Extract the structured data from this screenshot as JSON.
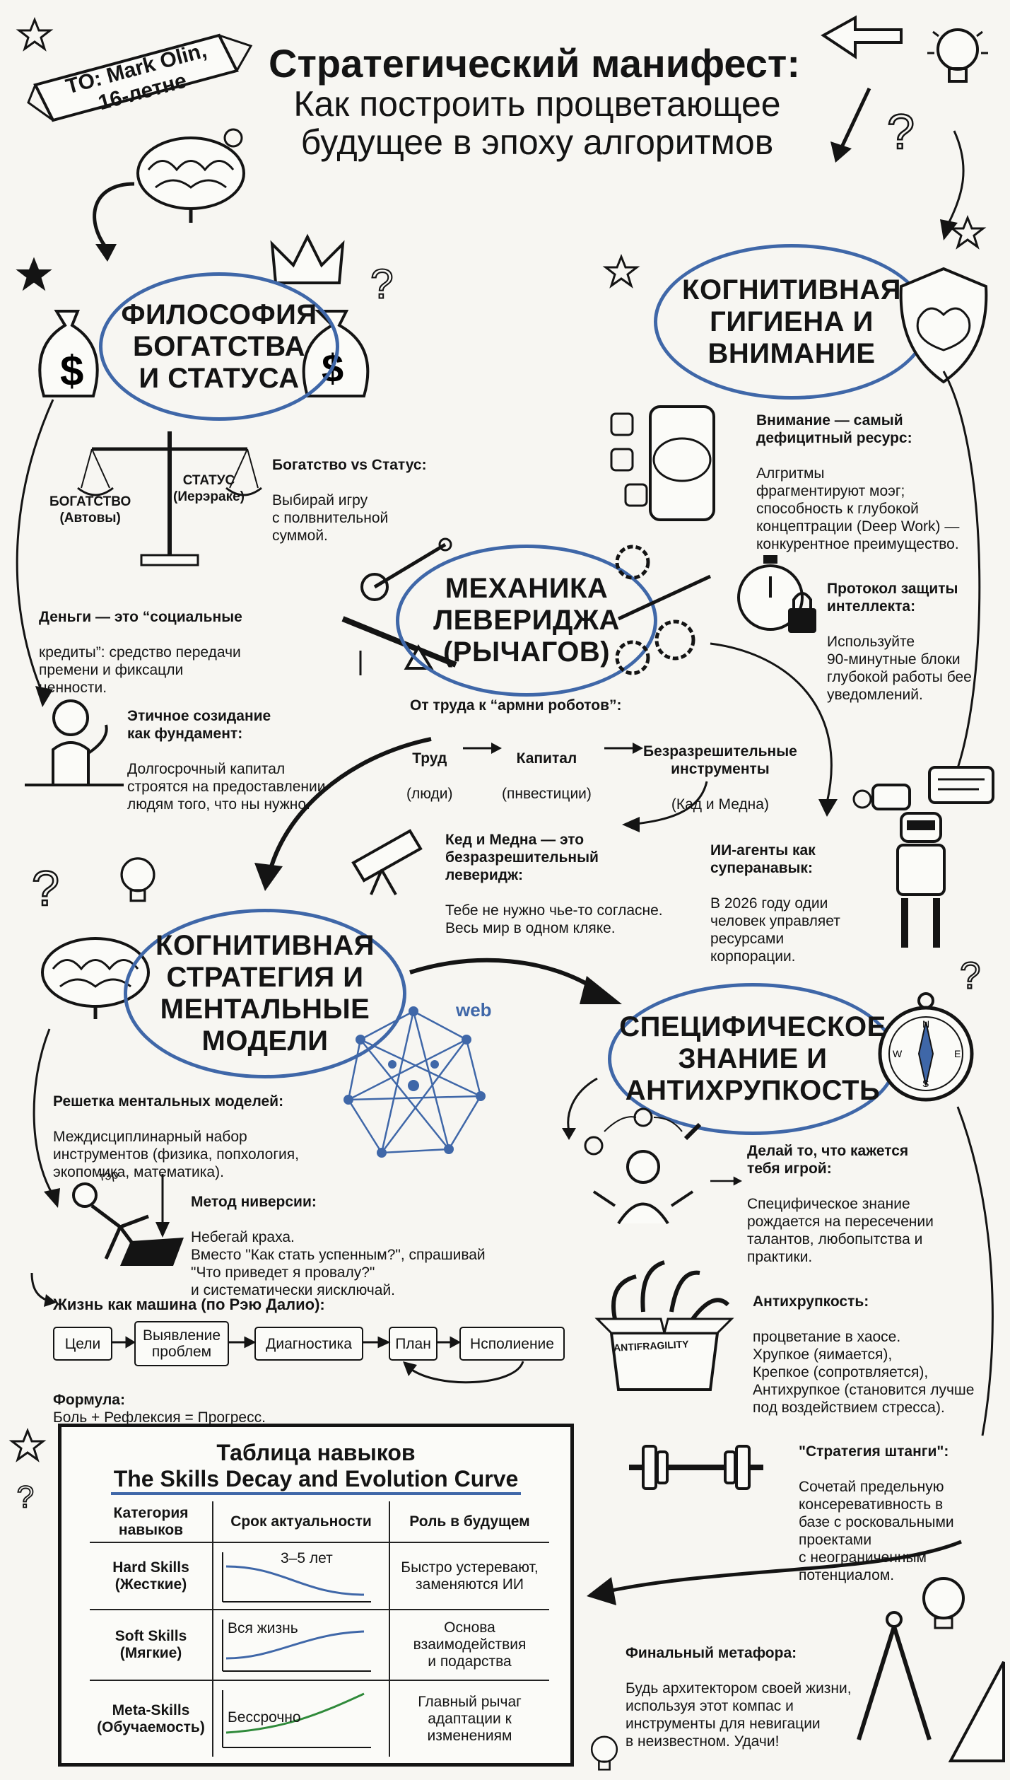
{
  "header": {
    "to_banner": "TO: Mark Olin,\n16-летне",
    "title": "Стратегический манифест:",
    "subtitle": "Как построить процветающее\nбудущее в эпоху алгоритмов"
  },
  "sections": {
    "wealth": "ФИЛОСОФИЯ\nБОГАТСТВА\nИ СТАТУСА",
    "hygiene": "КОГНИТИВНАЯ\nГИГИЕНА И\nВНИМАНИЕ",
    "leverage": "МЕХАНИКА\nЛЕВЕРИДЖА\n(РЫЧАГОВ)",
    "cognitive": "КОГНИТИВНАЯ\nСТРАТЕГИЯ И\nМЕНТАЛЬНЫЕ\nМОДЕЛИ",
    "specific": "СПЕЦИФИЧЕСКОЕ\nЗНАНИЕ И\nАНТИХРУПКОСТЬ"
  },
  "wealth": {
    "scale_left": "БОГАТСТВО\n(Автовы)",
    "scale_right": "СТАТУС\n(Иерэраке)",
    "vs_title": "Богатство vs Статус:",
    "vs_text": "Выбирай игру\nс полвнительной\nсуммой.",
    "money_title": "Деньги — это “социальные",
    "money_text": "кредиты”: средство передачи\nпремени и фиксацли\nценности.",
    "ethic_title": "Этичное созидание\nкак фундамент:",
    "ethic_text": "Долгосрочный капитал\nстроятся на предоставлении\nлюдям того, что ны нужно."
  },
  "hygiene": {
    "attention_title": "Внимание — самый\nдефицитный ресурс:",
    "attention_text": "Алгритмы\nфрагментируют моэг;\nспособность к глубокой\nконцептрации (Deep Work) —\nконкурентное преимущество.",
    "protocol_title": "Протокол защиты\nинтеллекта:",
    "protocol_text": "Используйте\n90-минутные блоки\nглубокой работы бее\nуведомлений."
  },
  "leverage": {
    "robots_title": "От труда к “армни роботов”:",
    "flow": [
      {
        "title": "Труд",
        "sub": "(люди)"
      },
      {
        "title": "Капитал",
        "sub": "(пнвестиции)"
      },
      {
        "title": "Безразрешительные\nинструменты",
        "sub": "(Кад и Медна)"
      }
    ],
    "code_title": "Кед и Медна — это\nбезразрешительный\nлеверидж:",
    "code_text": "Тебе не нужно чье-то согласне.\nВесь мир в одном кляке.",
    "ai_title": "ИИ-агенты как\nсуперанавык:",
    "ai_text": "В 2026 году одии\nчеловек управляет\nресурсами\nкорпорации."
  },
  "cognitive": {
    "web_label": "web",
    "lattice_title": "Решетка ментальных моделей:",
    "lattice_text": "Междисциплинарный набор\nинструментов (физика, попхология,\nэкопомика, математика).",
    "inversion_tag": "тэр",
    "inversion_title": "Метод ниверсии:",
    "inversion_text": "Небегай краха.\nВместо \"Как стать успенным?\", спрашивай\n\"Что приведет я провалу?\"\nи систематически яисключай.",
    "machine_title": "Жизнь как машина (по Рэю Далио):",
    "steps": [
      "Цели",
      "Выявление\nпроблем",
      "Диагностика",
      "План",
      "Нсполиение"
    ],
    "formula_label": "Формула:",
    "formula_text": "Боль + Рефлексия = Прогресс."
  },
  "specific": {
    "play_title": "Делай то, что кажется\nтебя игрой:",
    "play_text": "Специфическое знание\nрождается на пересечении\nталантов, любопытства и\nпрактики.",
    "box_label": "ANTIFRAGILITY",
    "anti_title": "Антихрупкость:",
    "anti_text": "процветание в хаосе.\nХрупкое (яимается),\nКрепкое (сопротвляется),\nАнтихрупкое (становится лучше\nпод воздействием стресса).",
    "barbell_title": "\"Стратегия штанги\":",
    "barbell_text": "Сочетай предельную\nконсеревативность в\nбазе с роскoвальными\nпроектами\nс неограниченным\nпотенциалом.",
    "final_title": "Финальный метафора:",
    "final_text": "Будь архитектором своей жизни,\nиспользуя этот компас и\nинструменты для невигации\nв неизвестном. Удачи!"
  },
  "skills_table": {
    "title": "Таблица навыков",
    "subtitle": "The Skills Decay and Evolution Curve",
    "headers": [
      "Категория\nнавыков",
      "Срок актуальности",
      "Роль в будущем"
    ],
    "rows": [
      {
        "category": "Hard Skills\n(Жесткие)",
        "term": "3–5 лет",
        "role": "Быстро устеревают,\nзаменяются ИИ"
      },
      {
        "category": "Soft Skills\n(Мягкие)",
        "term": "Вся жизнь",
        "role": "Основа\nвзаимодействия\nи подарства"
      },
      {
        "category": "Meta-Skills\n(Обучаемость)",
        "term": "Бессрочно",
        "role": "Главный рычаг\nадаптации к\nизменениям"
      }
    ]
  },
  "colors": {
    "accent_blue": "#3f67a8",
    "ink": "#141414",
    "paper": "#f7f6f2",
    "green": "#2f8a3a"
  }
}
